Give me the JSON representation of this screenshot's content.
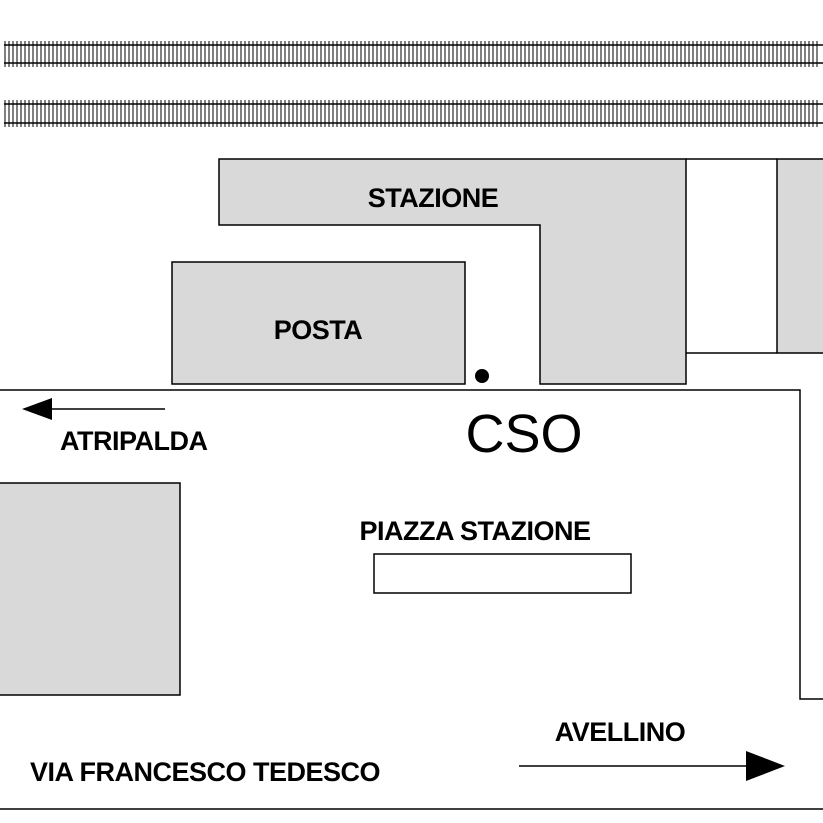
{
  "map": {
    "labels": {
      "stazione": "STAZIONE",
      "posta": "POSTA",
      "cso": "CSO",
      "atripalda": "ATRIPALDA",
      "piazza_stazione": "PIAZZA STAZIONE",
      "avellino": "AVELLINO",
      "via_francesco_tedesco": "VIA FRANCESCO TEDESCO"
    },
    "colors": {
      "building_fill": "#d9d9d9",
      "line": "#000000",
      "background": "#ffffff"
    }
  }
}
